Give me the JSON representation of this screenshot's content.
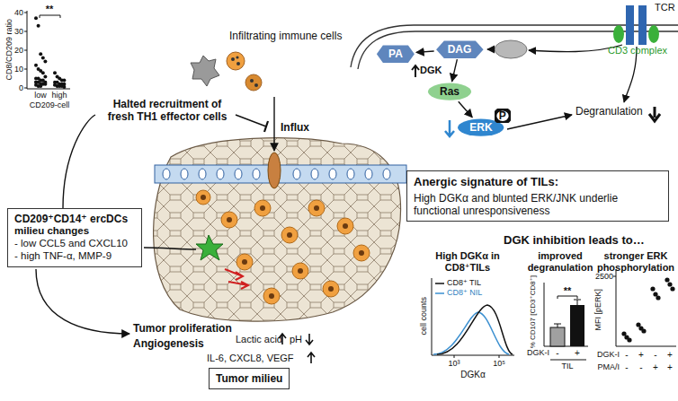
{
  "diagram": {
    "nodes": [
      {
        "text": [
          "CD209⁺CD14⁺ ercDCs",
          "milieu changes",
          "- low CCL5 and CXCL10",
          "- high TNF-α, MMP-9"
        ]
      },
      {
        "text": [
          "Tumor milieu"
        ]
      },
      {
        "text": [
          "Anergic signature of TILs:",
          "High DGKα and blunted ERK/JNK underlie functional unresponsiveness"
        ]
      },
      {
        "text": [
          "PA"
        ]
      },
      {
        "text": [
          "DAG"
        ]
      },
      {
        "text": [
          "Ras"
        ]
      },
      {
        "text": [
          "ERK"
        ]
      },
      {
        "text": [
          "P"
        ],
        "in": 6
      }
    ],
    "edges": [
      {
        "from": 4,
        "to": 3,
        "arrow": "to"
      },
      {
        "from": 4,
        "to": 5,
        "arrow": "to"
      },
      {
        "from": 5,
        "to": 6,
        "arrow": "to"
      }
    ],
    "labels": [
      "**",
      "40",
      "30",
      "20",
      "10",
      "0",
      "CD8/CD209 ratio",
      "low",
      "high",
      "CD209-cell",
      "Infiltrating immune cells",
      "Halted recruitment of fresh TH1 effector cells",
      "Influx",
      "Tumor proliferation",
      "Angiogenesis",
      "Lactic acid",
      "pH",
      "IL-6, CXCL8, VEGF",
      "TCR",
      "CD3 complex",
      "DGK",
      "Degranulation",
      "DGK inhibition leads to…",
      "High DGKα in CD8⁺TILs",
      "cell counts",
      "10³",
      "10⁵",
      "DGKα",
      "improved degranulation",
      "% CD107 [CD3⁺CD8⁺]",
      "**",
      "DGK-I",
      "-",
      "+",
      "TIL",
      "stronger ERK phosphorylation",
      "2500",
      "MFI [pERK]",
      "DGK-I",
      "-",
      "+",
      "-",
      "+",
      "PMA/I",
      "-",
      "-",
      "+",
      "+"
    ],
    "legend": [
      {
        "text": "CD8⁺ TIL"
      },
      {
        "text": "CD8⁺ NIL"
      }
    ]
  }
}
